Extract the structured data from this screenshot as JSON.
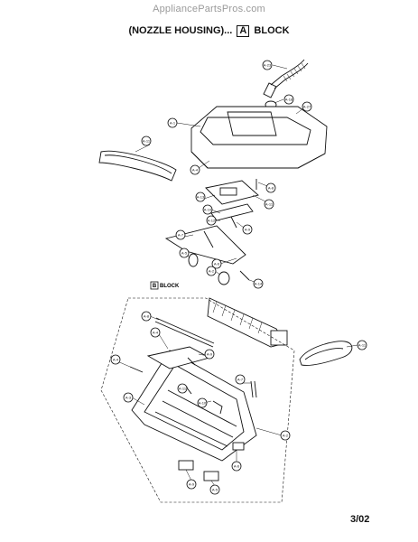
{
  "watermark": "AppliancePartsPros.com",
  "title": {
    "prefix": "(NOZZLE HOUSING)...",
    "block_letter": "A",
    "suffix": "BLOCK"
  },
  "sub_block": {
    "letter": "B",
    "label": "BLOCK"
  },
  "page_number": "3/02",
  "callouts": [
    "A-23",
    "A-18",
    "A-27",
    "A-1",
    "A-11",
    "A-4",
    "A-8",
    "A-13",
    "A-10",
    "A-12",
    "A-9",
    "A-7",
    "A-5",
    "A-6",
    "A-2",
    "A-14",
    "A-3"
  ]
}
